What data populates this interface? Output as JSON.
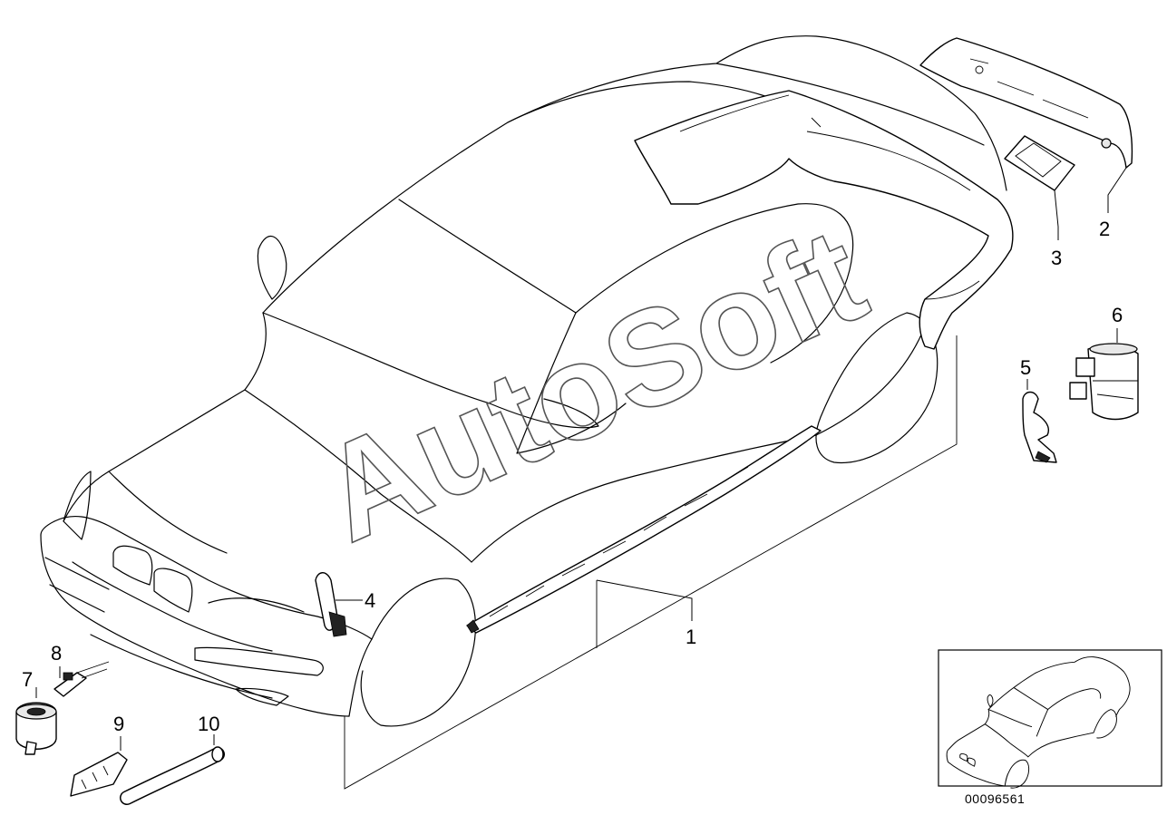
{
  "watermark": "AutoSoft",
  "callouts": [
    "1",
    "2",
    "3",
    "4",
    "5",
    "6",
    "7",
    "8",
    "9",
    "10"
  ],
  "image_code": "00096561"
}
